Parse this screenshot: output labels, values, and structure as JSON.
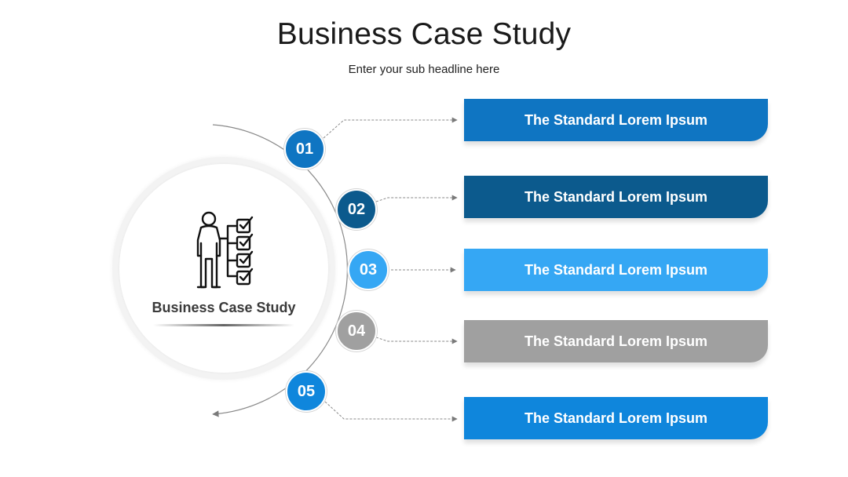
{
  "title": "Business Case Study",
  "subtitle": "Enter your sub headline here",
  "center": {
    "label": "Business Case Study",
    "icon": "person-checklist-icon"
  },
  "steps": [
    {
      "number": "01",
      "label": "The Standard Lorem Ipsum",
      "color": "#0f75c2"
    },
    {
      "number": "02",
      "label": "The Standard Lorem Ipsum",
      "color": "#0c5a8d"
    },
    {
      "number": "03",
      "label": "The Standard Lorem Ipsum",
      "color": "#35a7f4"
    },
    {
      "number": "04",
      "label": "The Standard Lorem Ipsum",
      "color": "#a0a0a0"
    },
    {
      "number": "05",
      "label": "The Standard Lorem Ipsum",
      "color": "#0f86dc"
    }
  ]
}
